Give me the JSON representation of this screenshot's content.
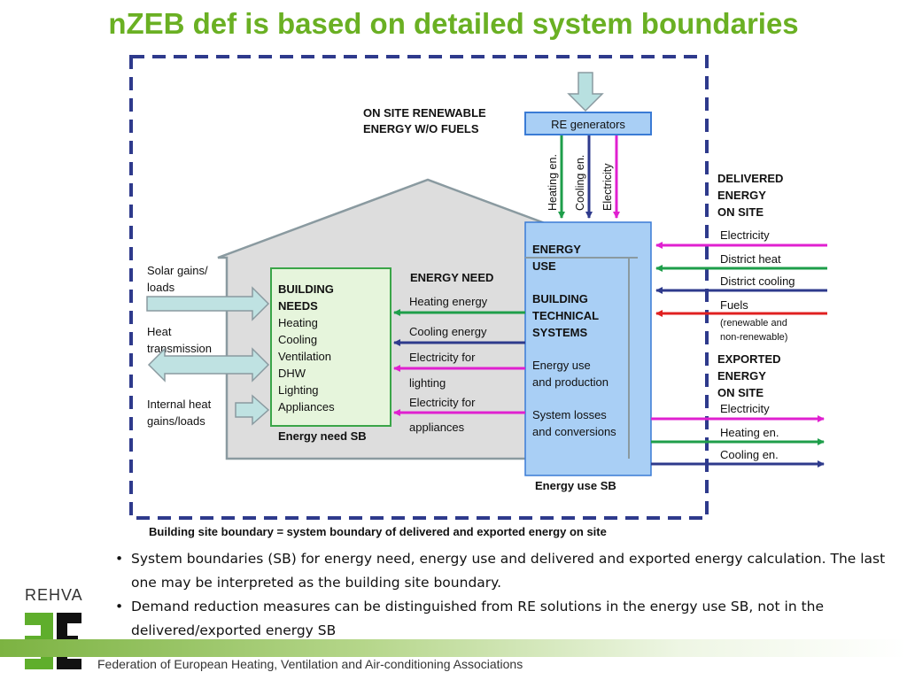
{
  "title": "nZEB def is based on detailed system boundaries",
  "diagram": {
    "onsite_renewable": [
      "ON SITE RENEWABLE",
      "ENERGY W/O FUELS"
    ],
    "re_generators": "RE generators",
    "vertical_flows": [
      "Heating en.",
      "Cooling en.",
      "Electricity"
    ],
    "delivered_heading": [
      "DELIVERED",
      "ENERGY",
      "ON SITE"
    ],
    "delivered_items": [
      "Electricity",
      "District heat",
      "District cooling",
      "Fuels"
    ],
    "fuels_note": [
      "(renewable and",
      "non-renewable)"
    ],
    "exported_heading": [
      "EXPORTED",
      "ENERGY",
      "ON SITE"
    ],
    "exported_items": [
      "Electricity",
      "Heating en.",
      "Cooling en."
    ],
    "energy_use_box": [
      "ENERGY",
      "USE",
      "",
      "BUILDING",
      "TECHNICAL",
      "SYSTEMS",
      "",
      "Energy use",
      "and production",
      "",
      "System losses",
      "and conversions"
    ],
    "energy_need_label": "ENERGY NEED",
    "need_flows": [
      "Heating energy",
      "Cooling energy",
      "Electricity for",
      "lighting",
      "Electricity for",
      "appliances"
    ],
    "building_needs_title": [
      "BUILDING",
      "NEEDS"
    ],
    "building_needs_items": [
      "Heating",
      "Cooling",
      "Ventilation",
      "DHW",
      "Lighting",
      "Appliances"
    ],
    "left_inputs": [
      "Solar gains/",
      "loads",
      "Heat",
      "transmission",
      "Internal heat",
      "gains/loads"
    ],
    "energy_need_sb": "Energy need SB",
    "energy_use_sb": "Energy use SB",
    "site_boundary": "Building site boundary = system boundary of delivered and exported energy on site"
  },
  "bullets": [
    "System boundaries (SB) for energy need, energy use and delivered and exported energy calculation. The last one may be interpreted as the building site boundary.",
    "Demand reduction measures can be distinguished from RE solutions in the energy use SB, not in the delivered/exported energy SB"
  ],
  "logo": {
    "label": "REHVA"
  },
  "footer": "Federation of European Heating, Ventilation and Air-conditioning Associations",
  "colors": {
    "title": "#6ab023",
    "boundary": "#2e3a8c",
    "electricity": "#e020d0",
    "heat": "#1e9e4a",
    "cooling": "#2e3a8c",
    "fuels": "#e02020",
    "box_blue": "#a9cff5",
    "house_grey": "#dddddd"
  }
}
